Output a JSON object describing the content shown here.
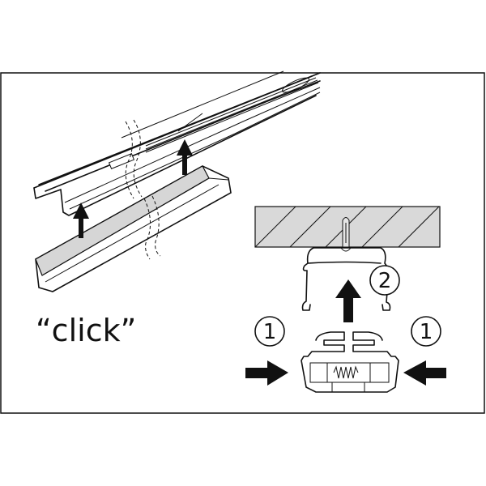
{
  "caption": "“click”",
  "steps": {
    "step_1_left": "1",
    "step_1_right": "1",
    "step_2": "2"
  },
  "colors": {
    "line": "#111111",
    "ceiling_fill": "#d9d9d9",
    "diffuser_fill": "#d6d6d6"
  }
}
